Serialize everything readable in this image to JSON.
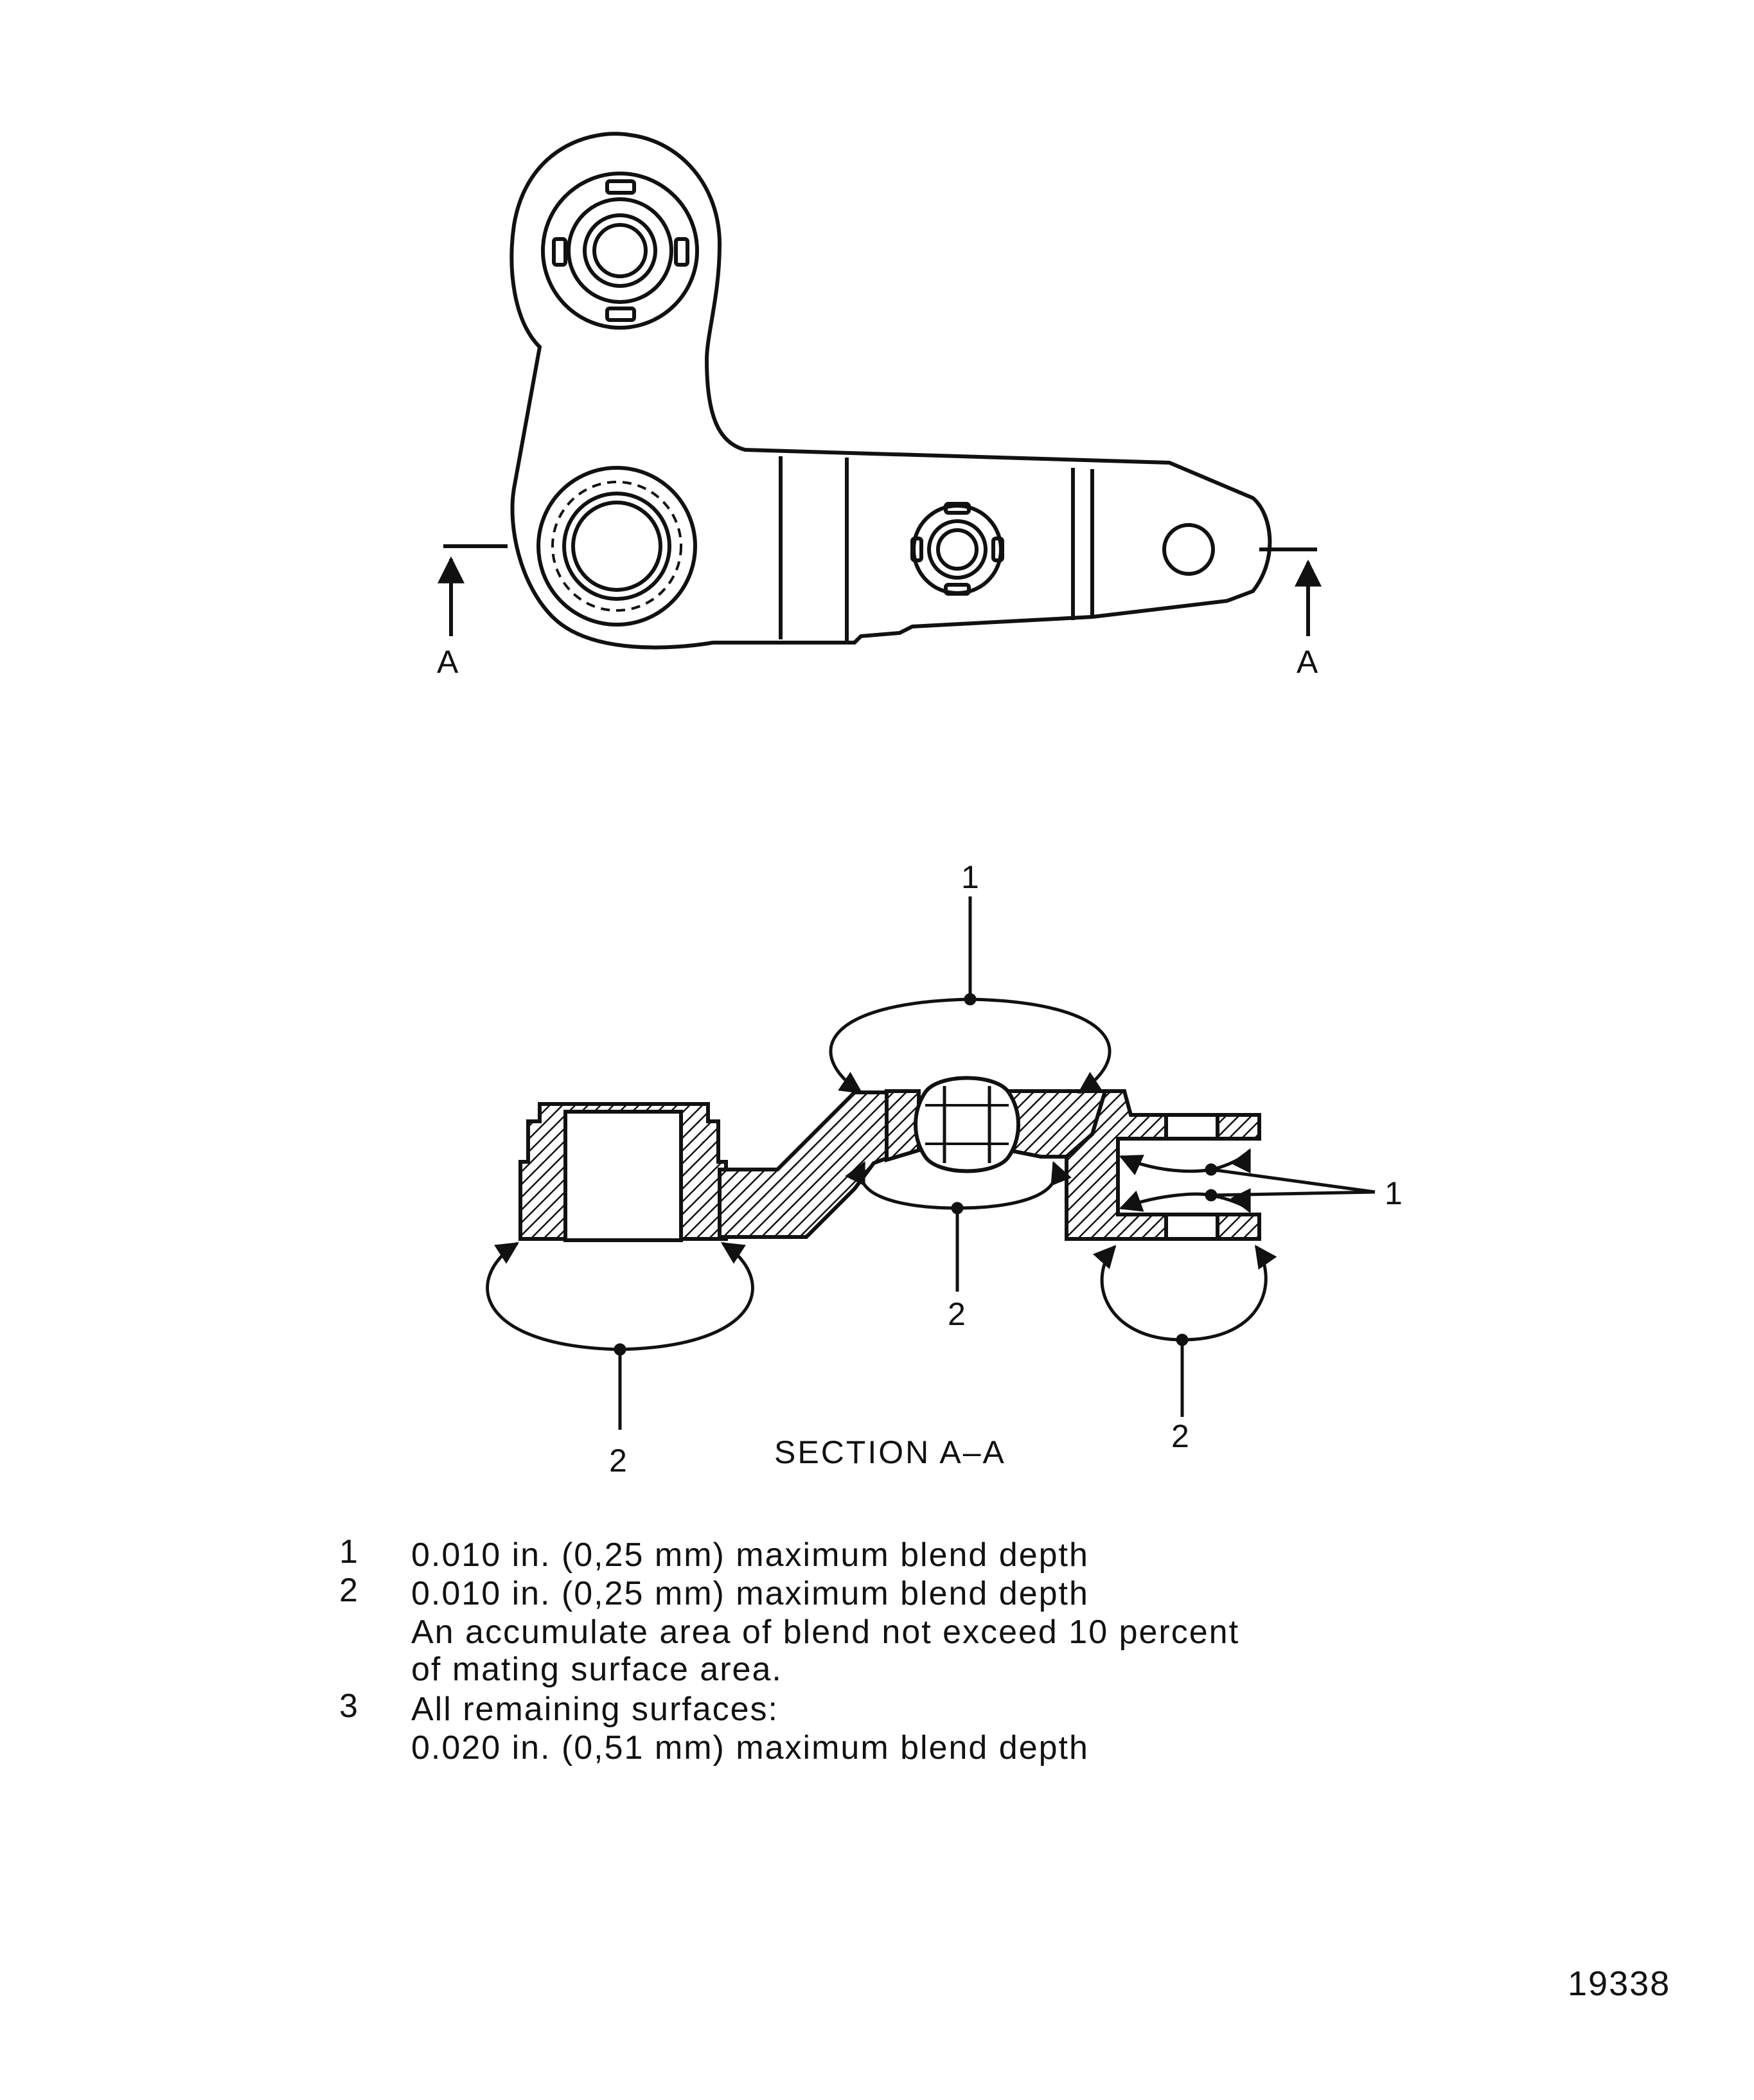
{
  "top_view": {
    "section_marker_left": "A",
    "section_marker_right": "A"
  },
  "section_view": {
    "title": "SECTION A–A",
    "callout_1_top": "1",
    "callout_1_right": "1",
    "callout_2_center": "2",
    "callout_2_left": "2",
    "callout_2_right": "2"
  },
  "notes": [
    {
      "num": "1",
      "lines": [
        "0.010 in. (0,25 mm) maximum blend depth"
      ]
    },
    {
      "num": "2",
      "lines": [
        "0.010 in. (0,25 mm) maximum blend depth",
        "An accumulate area of blend not exceed 10 percent",
        "of mating surface area."
      ]
    },
    {
      "num": "3",
      "lines": [
        "All remaining surfaces:",
        "0.020 in. (0,51 mm) maximum blend depth"
      ]
    }
  ],
  "figure_number": "19338"
}
